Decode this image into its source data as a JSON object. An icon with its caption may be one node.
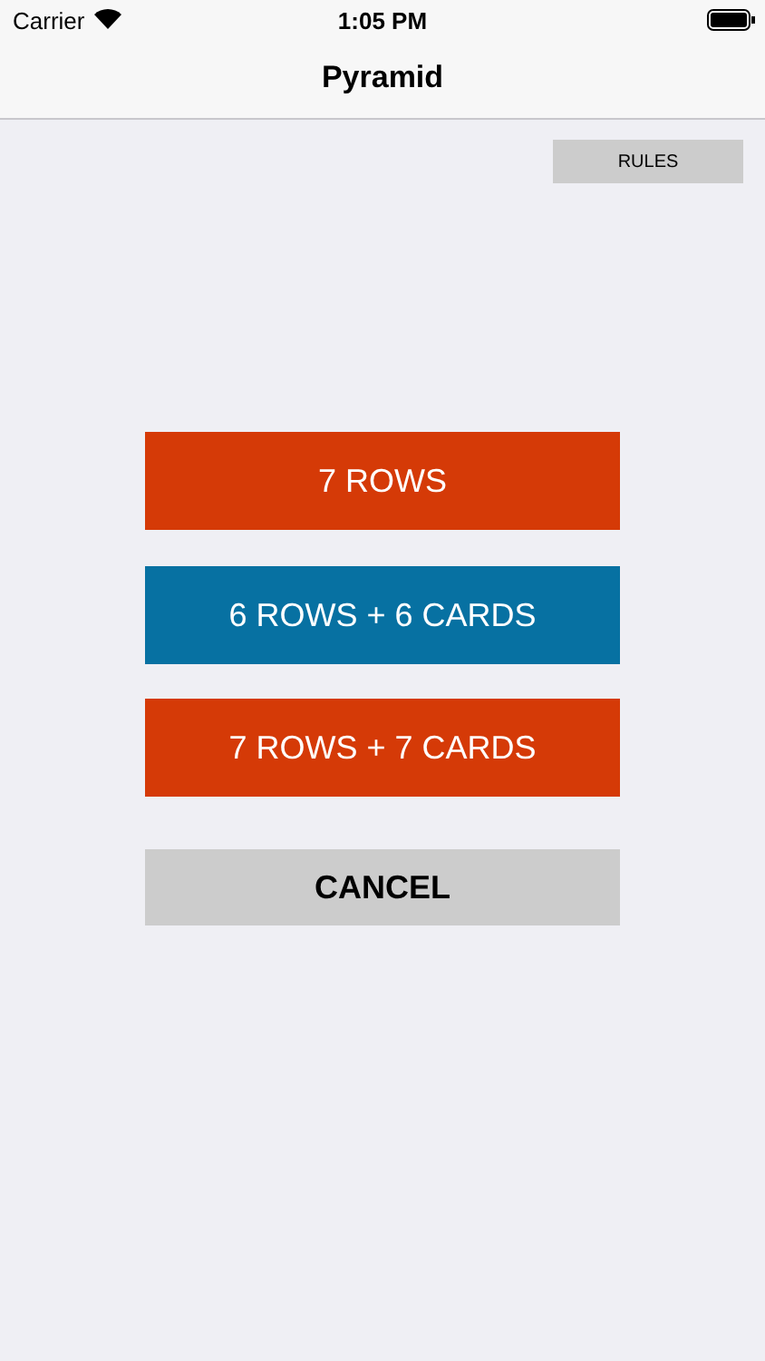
{
  "diagram": {
    "title": "Pyramid",
    "nodes": [
      {
        "text": [
          "RULES"
        ]
      },
      {
        "text": [
          "7 ROWS"
        ]
      },
      {
        "text": [
          "6 ROWS + 6 CARDS"
        ]
      },
      {
        "text": [
          "7 ROWS + 7 CARDS"
        ]
      },
      {
        "text": [
          "CANCEL"
        ]
      }
    ],
    "labels": [
      "Carrier",
      "1:05 PM"
    ]
  }
}
